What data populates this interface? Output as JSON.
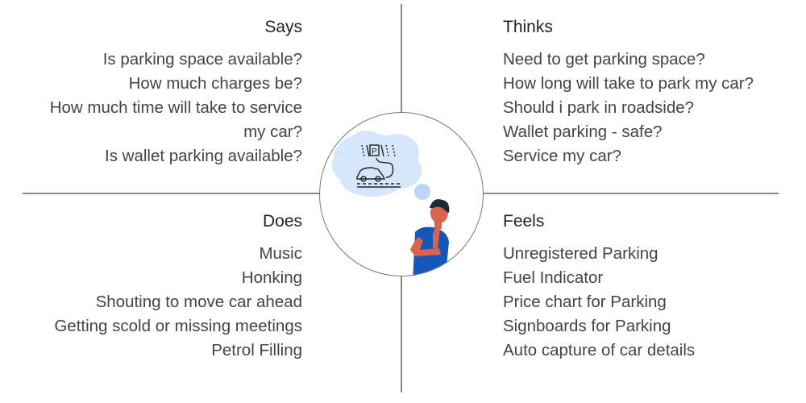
{
  "says": {
    "title": "Says",
    "items": [
      "Is parking space available?",
      "How much charges be?",
      "How much time will take to service",
      "my car?",
      "Is wallet parking available?"
    ]
  },
  "thinks": {
    "title": "Thinks",
    "items": [
      "Need to get parking space?",
      "How long will  take to park my car?",
      "Should i park in roadside?",
      "Wallet parking - safe?",
      "Service my car?"
    ]
  },
  "does": {
    "title": "Does",
    "items": [
      "Music",
      "Honking",
      "Shouting to move car ahead",
      "Getting scold or missing meetings",
      "Petrol Filling"
    ]
  },
  "feels": {
    "title": "Feels",
    "items": [
      "Unregistered Parking",
      "Fuel Indicator",
      "Price chart for Parking",
      "Signboards for Parking",
      "Auto capture of car details"
    ]
  },
  "illustration": {
    "sign_letter": "P"
  }
}
